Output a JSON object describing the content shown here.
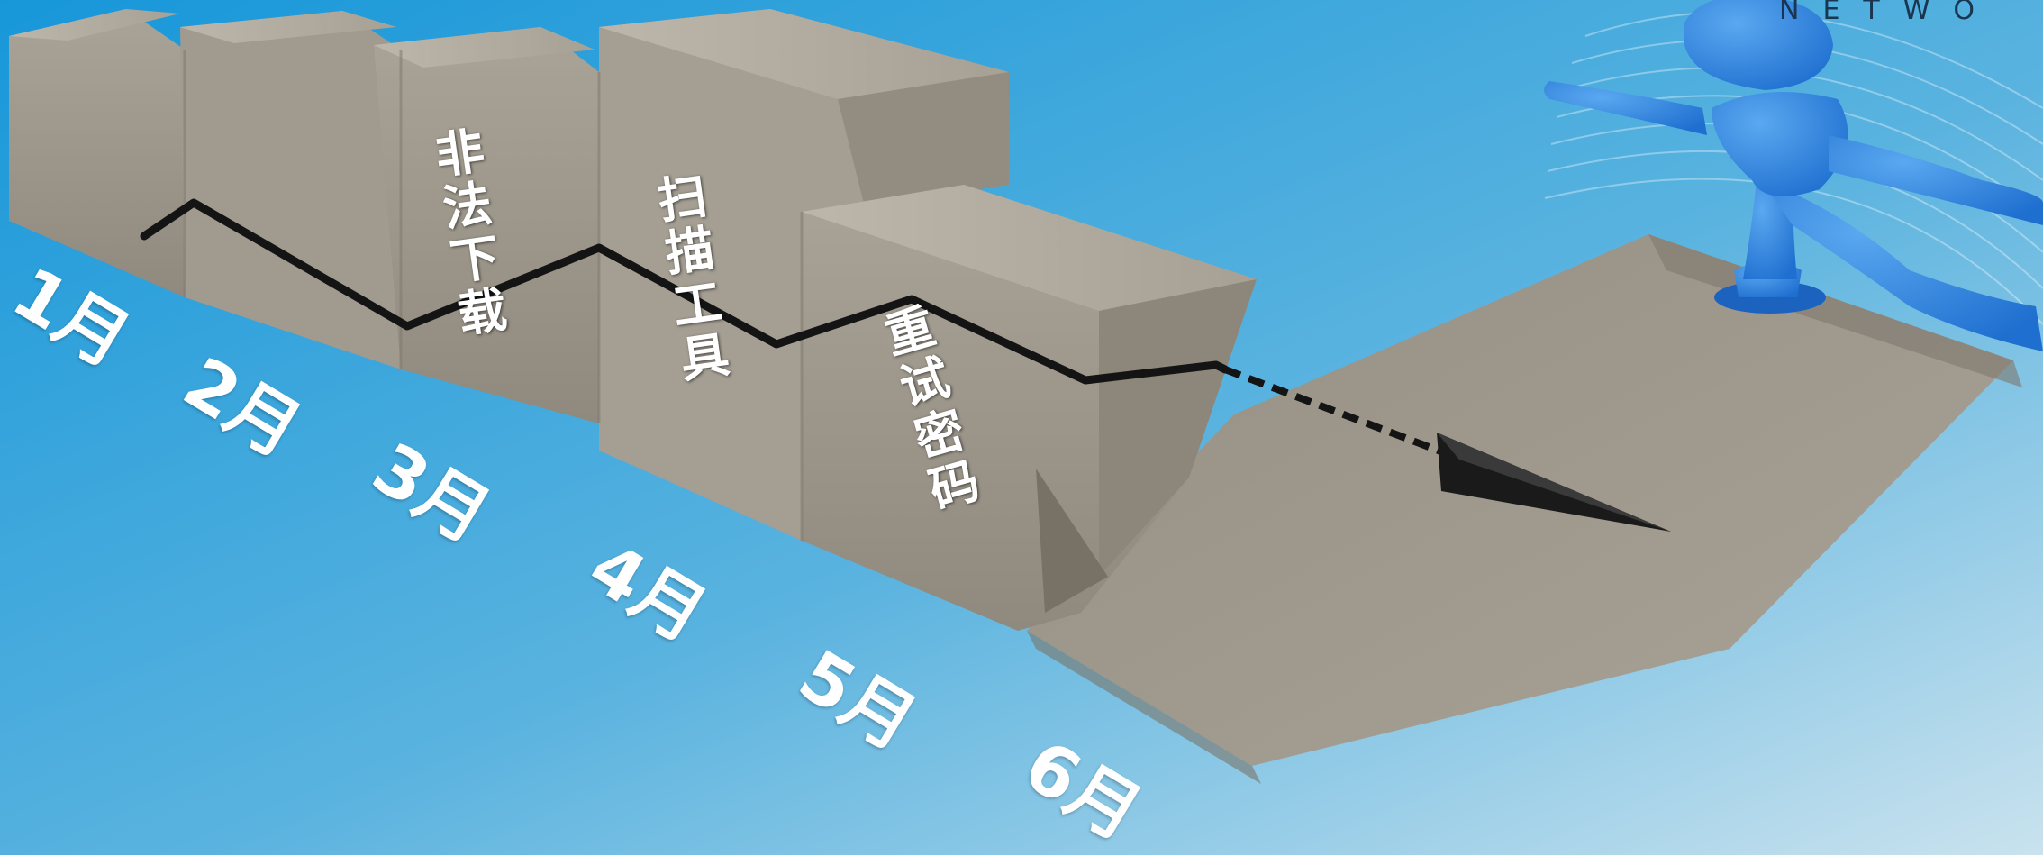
{
  "months": [
    "1月",
    "2月",
    "3月",
    "4月",
    "5月",
    "6月"
  ],
  "block_labels": [
    "非法下载",
    "扫描工具",
    "重试密码"
  ],
  "watermark": "NETWO",
  "colors": {
    "background_left": "#1b97d8",
    "background_right": "#bcdbeb",
    "block": "#a39d92",
    "figure": "#2d86e0",
    "trend_line": "#1a1a1a",
    "text": "#ffffff"
  },
  "icons": [
    "stone-blocks",
    "trend-line-arrow",
    "blue-3d-figure"
  ]
}
